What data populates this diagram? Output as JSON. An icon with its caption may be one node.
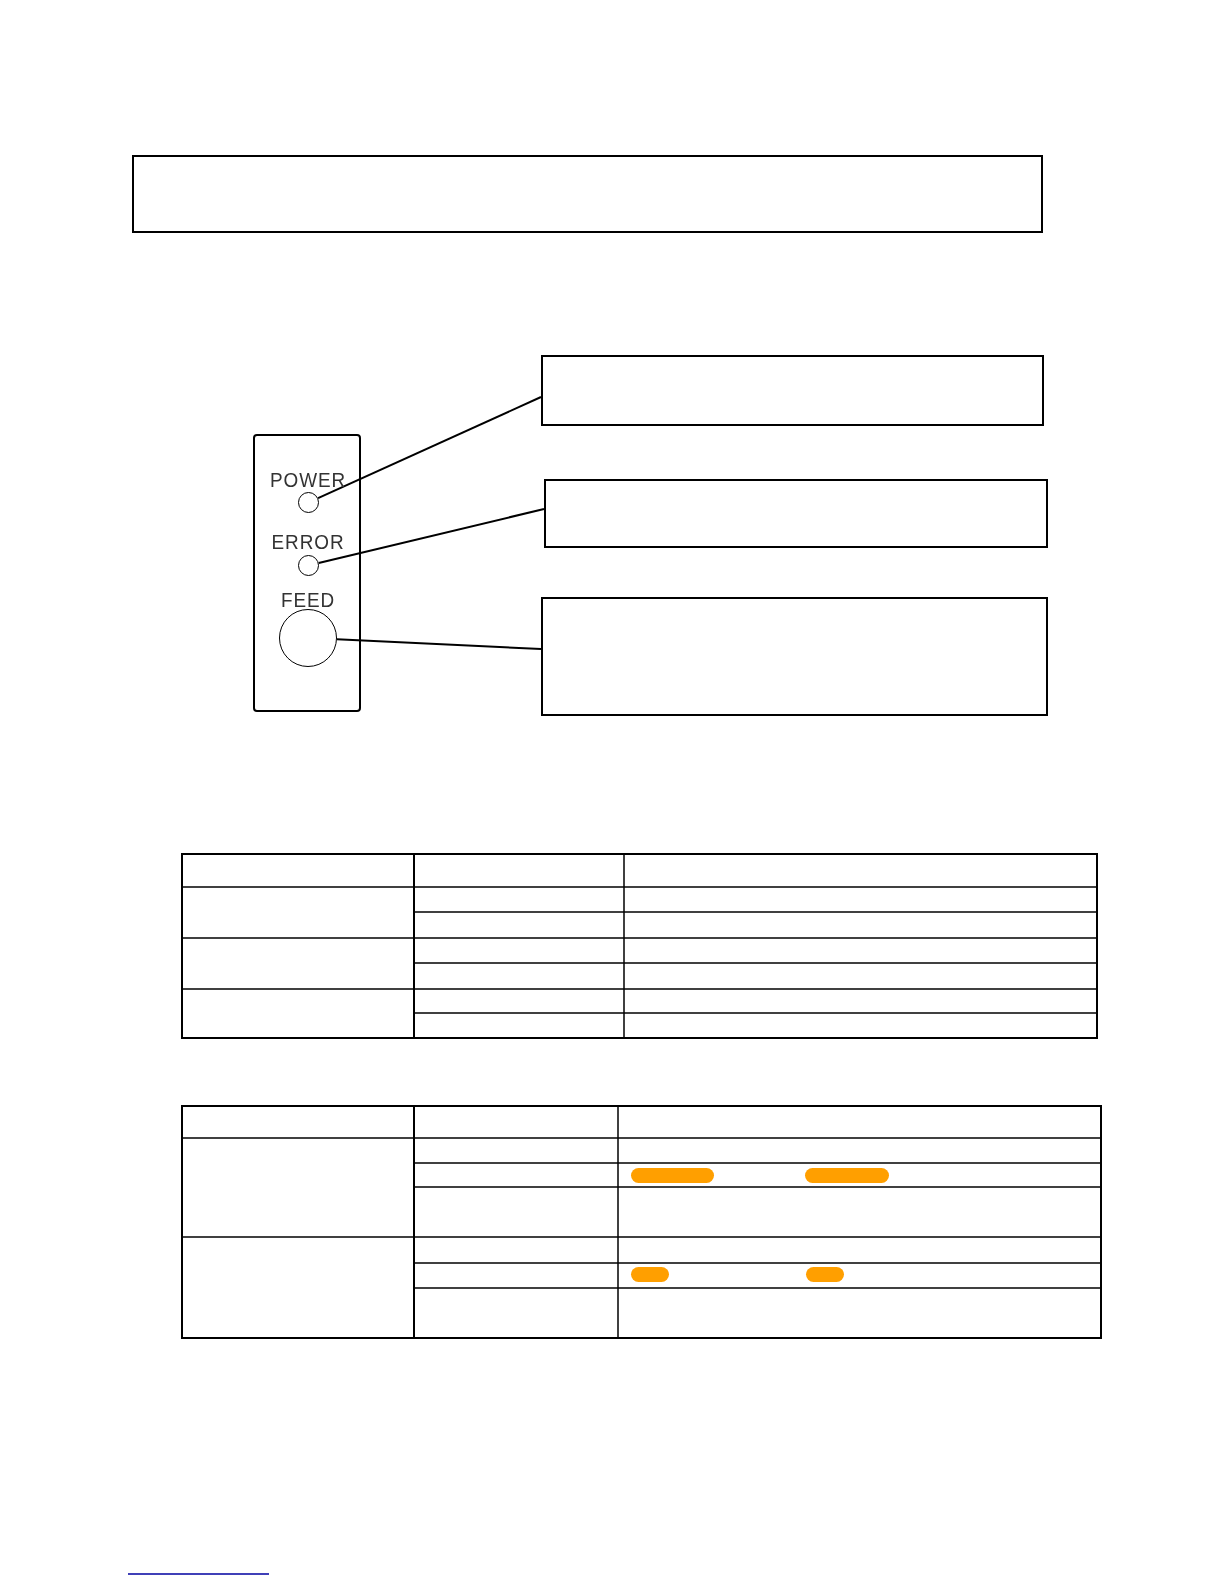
{
  "diagram": {
    "nodes": [
      {
        "text": [],
        "shape": "box"
      },
      {
        "text": [],
        "shape": "box"
      },
      {
        "text": [],
        "shape": "circle",
        "in": 1
      },
      {
        "text": [],
        "shape": "circle",
        "in": 1
      },
      {
        "text": [],
        "shape": "circle",
        "in": 1
      },
      {
        "text": [],
        "shape": "box"
      },
      {
        "text": [],
        "shape": "box"
      },
      {
        "text": [],
        "shape": "box"
      }
    ],
    "edges": [
      {
        "from": 5,
        "to": 2,
        "arrow": "none"
      },
      {
        "from": 6,
        "to": 3,
        "arrow": "none"
      },
      {
        "from": 7,
        "to": 4,
        "arrow": "none"
      }
    ],
    "labels": [
      "POWER",
      "ERROR",
      "FEED"
    ]
  }
}
